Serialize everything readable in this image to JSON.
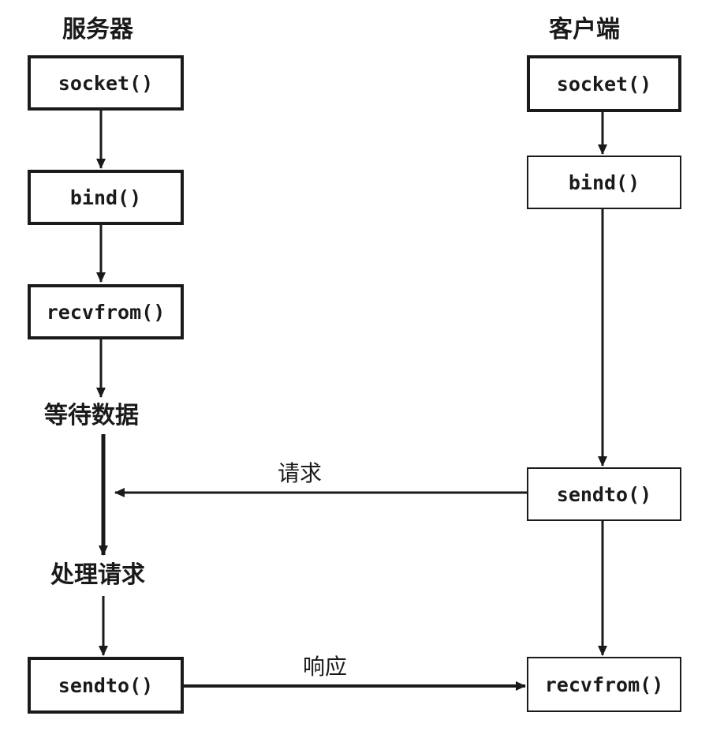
{
  "server": {
    "title": "服务器",
    "steps": [
      "socket()",
      "bind()",
      "recvfrom()",
      "sendto()"
    ],
    "states": [
      "等待数据",
      "处理请求"
    ]
  },
  "client": {
    "title": "客户端",
    "steps": [
      "socket()",
      "bind()",
      "sendto()",
      "recvfrom()"
    ]
  },
  "messages": {
    "request": "请求",
    "response": "响应"
  }
}
